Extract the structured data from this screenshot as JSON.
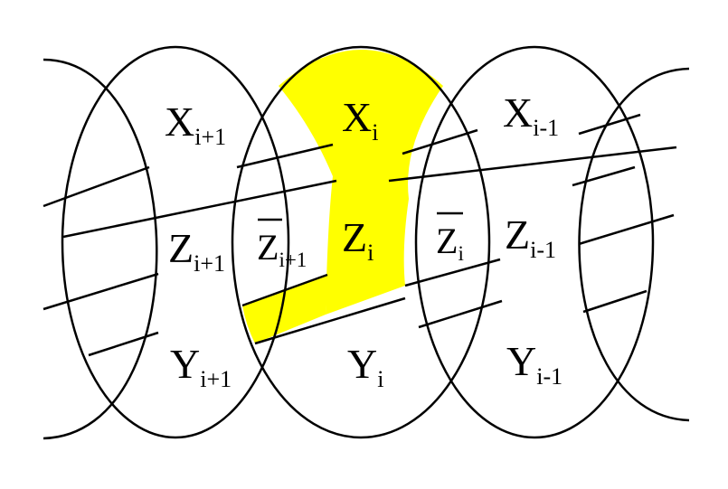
{
  "colors": {
    "highlight": "#ffff00",
    "stroke": "#000000",
    "background": "#ffffff"
  },
  "labels": {
    "x_ip1": {
      "base": "X",
      "sub": "i+1"
    },
    "x_i": {
      "base": "X",
      "sub": "i"
    },
    "x_im1": {
      "base": "X",
      "sub": "i-1"
    },
    "z_ip1": {
      "base": "Z",
      "sub": "i+1"
    },
    "zbar_ip1": {
      "base": "Z",
      "sub": "i+1"
    },
    "z_i": {
      "base": "Z",
      "sub": "i"
    },
    "zbar_i": {
      "base": "Z",
      "sub": "i"
    },
    "z_im1": {
      "base": "Z",
      "sub": "i-1"
    },
    "y_ip1": {
      "base": "Y",
      "sub": "i+1"
    },
    "y_i": {
      "base": "Y",
      "sub": "i"
    },
    "y_im1": {
      "base": "Y",
      "sub": "i-1"
    }
  }
}
